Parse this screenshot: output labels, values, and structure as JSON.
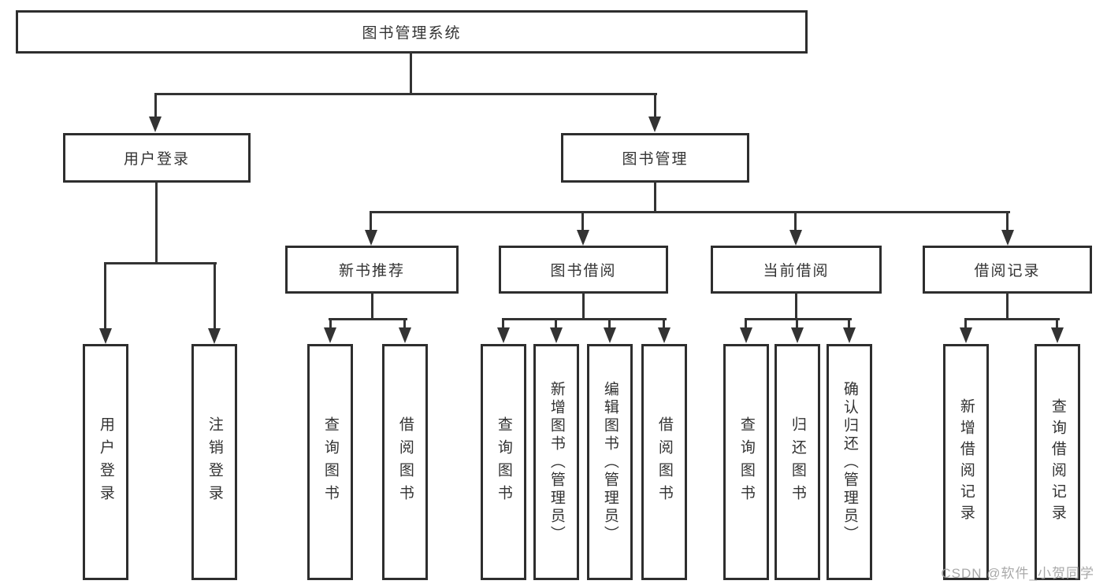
{
  "nodes": {
    "root": {
      "label": "图书管理系统"
    },
    "level2": [
      {
        "id": "user-login",
        "label": "用户登录"
      },
      {
        "id": "book-management",
        "label": "图书管理"
      }
    ],
    "level3": [
      {
        "id": "new-book-recommend",
        "label": "新书推荐",
        "parent": "图书管理"
      },
      {
        "id": "book-borrowing",
        "label": "图书借阅",
        "parent": "图书管理"
      },
      {
        "id": "current-borrowing",
        "label": "当前借阅",
        "parent": "图书管理"
      },
      {
        "id": "borrowing-records",
        "label": "借阅记录",
        "parent": "图书管理"
      }
    ],
    "leaves": [
      {
        "parent": "用户登录",
        "label": "用户登录"
      },
      {
        "parent": "用户登录",
        "label": "注销登录"
      },
      {
        "parent": "新书推荐",
        "label": "查询图书"
      },
      {
        "parent": "新书推荐",
        "label": "借阅图书"
      },
      {
        "parent": "图书借阅",
        "label": "查询图书"
      },
      {
        "parent": "图书借阅",
        "label": "新增图书（管理员）"
      },
      {
        "parent": "图书借阅",
        "label": "编辑图书（管理员）"
      },
      {
        "parent": "图书借阅",
        "label": "借阅图书"
      },
      {
        "parent": "当前借阅",
        "label": "查询图书"
      },
      {
        "parent": "当前借阅",
        "label": "归还图书"
      },
      {
        "parent": "当前借阅",
        "label": "确认归还（管理员）"
      },
      {
        "parent": "借阅记录",
        "label": "新增借阅记录"
      },
      {
        "parent": "借阅记录",
        "label": "查询借阅记录"
      }
    ]
  },
  "watermark": {
    "text": "CSDN @软件_小贺同学"
  },
  "colors": {
    "line": "#333333",
    "box_border": "#2e2e2e",
    "text": "#333333",
    "background": "#ffffff",
    "watermark": "#a0a0a0"
  }
}
